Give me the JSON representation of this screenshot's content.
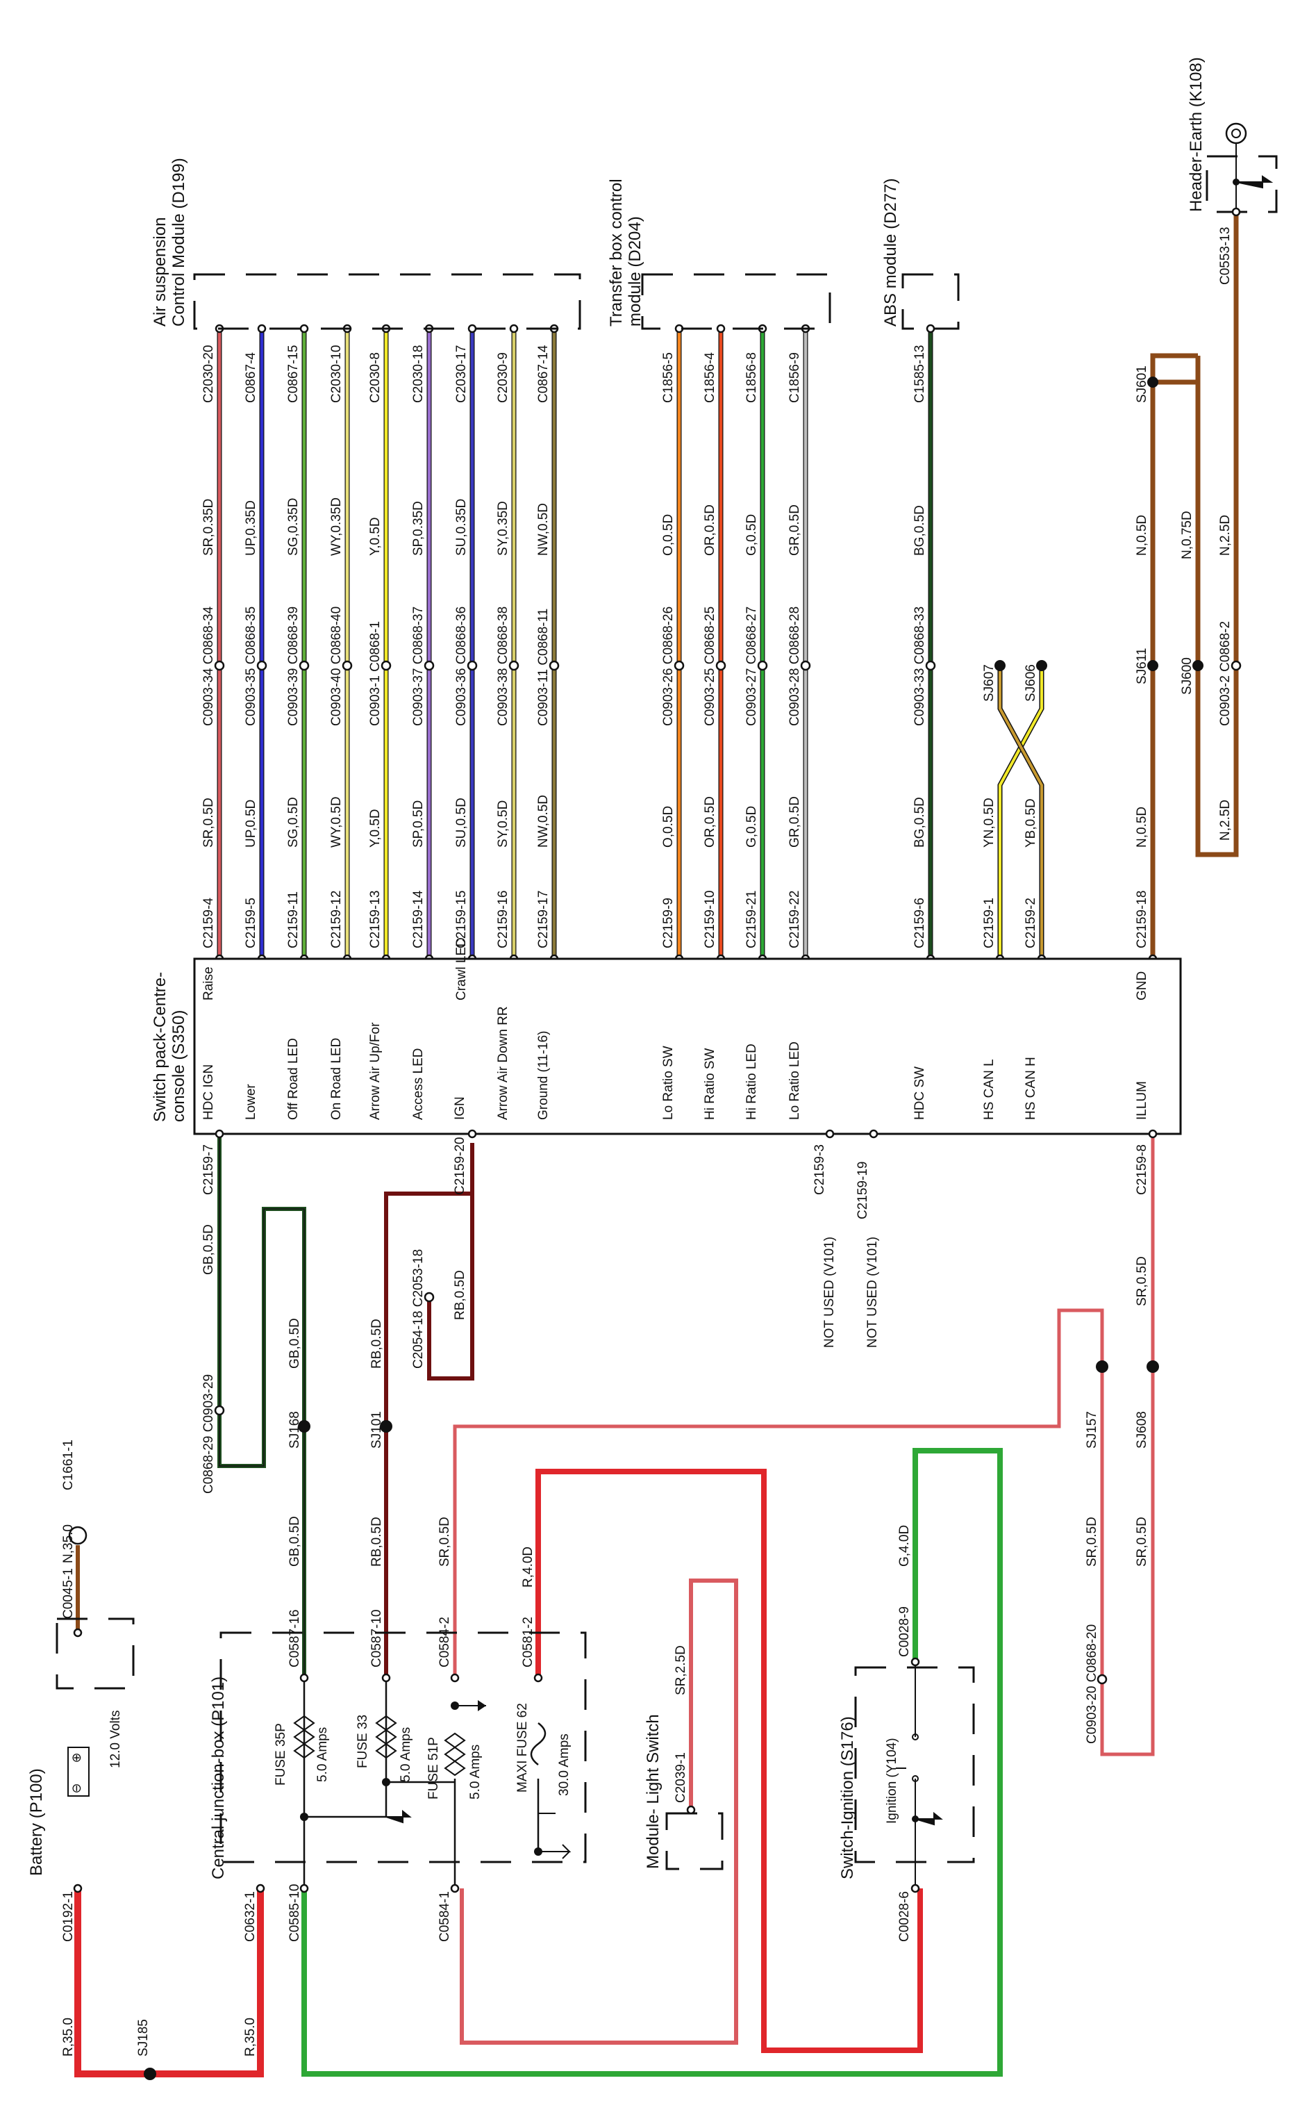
{
  "colors": {
    "red": "#e0262b",
    "brown": "#8b4a18",
    "black": "#111111",
    "green": "#2ea836",
    "darkgreen_black": "#1e4d1f",
    "pink_red": "#d95a5f",
    "dark_red": "#6e1010",
    "blue": "#2f2fd0",
    "yellow": "#f2ea2a",
    "purple": "#9a6fd0",
    "orange": "#f6861f",
    "grey": "#bdbdbd",
    "khaki": "#8b7a3a"
  },
  "components": {
    "battery": {
      "name": "Battery (P100)",
      "voltage": "12.0 Volts"
    },
    "cjb": {
      "name": "Central junction-box (P101)"
    },
    "light_switch": {
      "name": "Module- Light Switch"
    },
    "ignition_switch": {
      "name": "Switch-Ignition (S176)",
      "contact": "Ignition (Y104)"
    },
    "switch_pack": {
      "name_line1": "Switch pack-Centre-",
      "name_line2": "console (S350)"
    },
    "air_suspension": {
      "name_line1": "Air suspension",
      "name_line2": "Control Module (D199)"
    },
    "transfer_box": {
      "name_line1": "Transfer box control",
      "name_line2": "module (D204)"
    },
    "abs": {
      "name": "ABS module (D277)"
    },
    "header_earth": {
      "name": "Header-Earth (K108)"
    }
  },
  "fuses": [
    {
      "name": "FUSE 35P",
      "rating": "5.0 Amps"
    },
    {
      "name": "FUSE 33",
      "rating": "5.0 Amps"
    },
    {
      "name": "FUSE 51P",
      "rating": "5.0 Amps"
    },
    {
      "name": "MAXI FUSE 62",
      "rating": "30.0 Amps"
    }
  ],
  "pins_left": [
    "HDC IGN",
    "Lower",
    "Off Road LED",
    "On Road LED",
    "Arrow Air Up/For",
    "Access LED",
    "IGN",
    "Arrow Air Down RR",
    "Ground (11-16)",
    "Lo Ratio SW",
    "Hi Ratio SW",
    "Hi Ratio LED",
    "Lo Ratio LED",
    "HDC SW",
    "HS CAN L",
    "HS CAN H",
    "ILLUM"
  ],
  "pins_right": [
    "Raise",
    "Crawl LED",
    "GND"
  ],
  "air_wires": [
    {
      "sp": "C2159-4",
      "c1": "SR,0.5D",
      "inl": "C0903-34 C0868-34",
      "c2": "SR,0.35D",
      "mod": "C2030-20",
      "color": "#d95a5f"
    },
    {
      "sp": "C2159-5",
      "c1": "UP,0.5D",
      "inl": "C0903-35 C0868-35",
      "c2": "UP,0.35D",
      "mod": "C0867-4",
      "color": "#2f2fd0"
    },
    {
      "sp": "C2159-11",
      "c1": "SG,0.5D",
      "inl": "C0903-39 C0868-39",
      "c2": "SG,0.35D",
      "mod": "C0867-15",
      "color": "#5fae3a"
    },
    {
      "sp": "C2159-12",
      "c1": "WY,0.5D",
      "inl": "C0903-40 C0868-40",
      "c2": "WY,0.35D",
      "mod": "C2030-10",
      "color": "#e8e07a"
    },
    {
      "sp": "C2159-13",
      "c1": "Y,0.5D",
      "inl": "C0903-1 C0868-1",
      "c2": "Y,0.5D",
      "mod": "C2030-8",
      "color": "#f2ea2a"
    },
    {
      "sp": "C2159-14",
      "c1": "SP,0.5D",
      "inl": "C0903-37 C0868-37",
      "c2": "SP,0.35D",
      "mod": "C2030-18",
      "color": "#9a6fd0"
    },
    {
      "sp": "C2159-15",
      "c1": "SU,0.5D",
      "inl": "C0903-36 C0868-36",
      "c2": "SU,0.35D",
      "mod": "C2030-17",
      "color": "#3a3ac0"
    },
    {
      "sp": "C2159-16",
      "c1": "SY,0.5D",
      "inl": "C0903-38 C0868-38",
      "c2": "SY,0.35D",
      "mod": "C2030-9",
      "color": "#d8d06a"
    },
    {
      "sp": "C2159-17",
      "c1": "NW,0.5D",
      "inl": "C0903-11 C0868-11",
      "c2": "NW,0.5D",
      "mod": "C0867-14",
      "color": "#8b7a3a"
    }
  ],
  "tb_wires": [
    {
      "sp": "C2159-9",
      "c1": "O,0.5D",
      "inl": "C0903-26 C0868-26",
      "c2": "O,0.5D",
      "mod": "C1856-5",
      "color": "#f6861f"
    },
    {
      "sp": "C2159-10",
      "c1": "OR,0.5D",
      "inl": "C0903-25 C0868-25",
      "c2": "OR,0.5D",
      "mod": "C1856-4",
      "color": "#e94a1f"
    },
    {
      "sp": "C2159-21",
      "c1": "G,0.5D",
      "inl": "C0903-27 C0868-27",
      "c2": "G,0.5D",
      "mod": "C1856-8",
      "color": "#2ea836"
    },
    {
      "sp": "C2159-22",
      "c1": "GR,0.5D",
      "inl": "C0903-28 C0868-28",
      "c2": "GR,0.5D",
      "mod": "C1856-9",
      "color": "#bdbdbd"
    }
  ],
  "abs_wire": {
    "sp": "C2159-6",
    "c1": "BG,0.5D",
    "inl": "C0903-33 C0868-33",
    "c2": "BG,0.5D",
    "mod": "C1585-13",
    "color": "#1e4d1f"
  },
  "can": {
    "l_pin": "C2159-1",
    "l_col": "YN,0.5D",
    "h_pin": "C2159-2",
    "h_col": "YB,0.5D",
    "sj607": "SJ607",
    "sj606": "SJ606"
  },
  "ground_wire": {
    "sp": "C2159-18",
    "c1": "N,0.5D",
    "sj611": "SJ611",
    "sj600": "SJ600",
    "sj601": "SJ601",
    "n25a": "N,2.5D",
    "inl": "C0903-2 C0868-2",
    "n075": "N,0.75D",
    "n25b": "N,2.5D",
    "n05": "N,0.5D",
    "earth": "C0553-13"
  },
  "labels": {
    "c0192": "C0192-1",
    "r350a": "R,35.0",
    "sj185": "SJ185",
    "c0045": "C0045-1",
    "n350": "N,35.0",
    "c1661": "C1661-1",
    "c0632": "C0632-1",
    "r350b": "R,35.0",
    "c0585_10": "C0585-10",
    "c0587_16": "C0587-16",
    "gb05a": "GB,0.5D",
    "sj168": "SJ168",
    "gb05b": "GB,0.5D",
    "inl29": "C0868-29 C0903-29",
    "gb05c": "GB,0.5D",
    "c2159_7": "C2159-7",
    "c0587_10": "C0587-10",
    "rb05a": "RB,0.5D",
    "sj101": "SJ101",
    "rb05b": "RB,0.5D",
    "c2054": "C2054-18 C2053-18",
    "rb05c": "RB,0.5D",
    "c2159_20": "C2159-20",
    "c0584_2": "C0584-2",
    "sr05a": "SR,0.5D",
    "c0584_1": "C0584-1",
    "sj157": "SJ157",
    "sj608": "SJ608",
    "sr05b": "SR,0.5D",
    "sr05c": "SR,0.5D",
    "sr05d": "SR,0.5D",
    "inl20": "C0903-20 C0868-20",
    "c2159_8": "C2159-8",
    "sr05e": "SR,0.5D",
    "c0581_2": "C0581-2",
    "r40": "R,4.0D",
    "c2039": "C2039-1",
    "sr25": "SR,2.5D",
    "c0028_9": "C0028-9",
    "g40": "G,4.0D",
    "c0028_6": "C0028-6",
    "c2159_3": "C2159-3",
    "c2159_19": "C2159-19",
    "nu1": "NOT USED (V101)",
    "nu2": "NOT USED (V101)"
  }
}
